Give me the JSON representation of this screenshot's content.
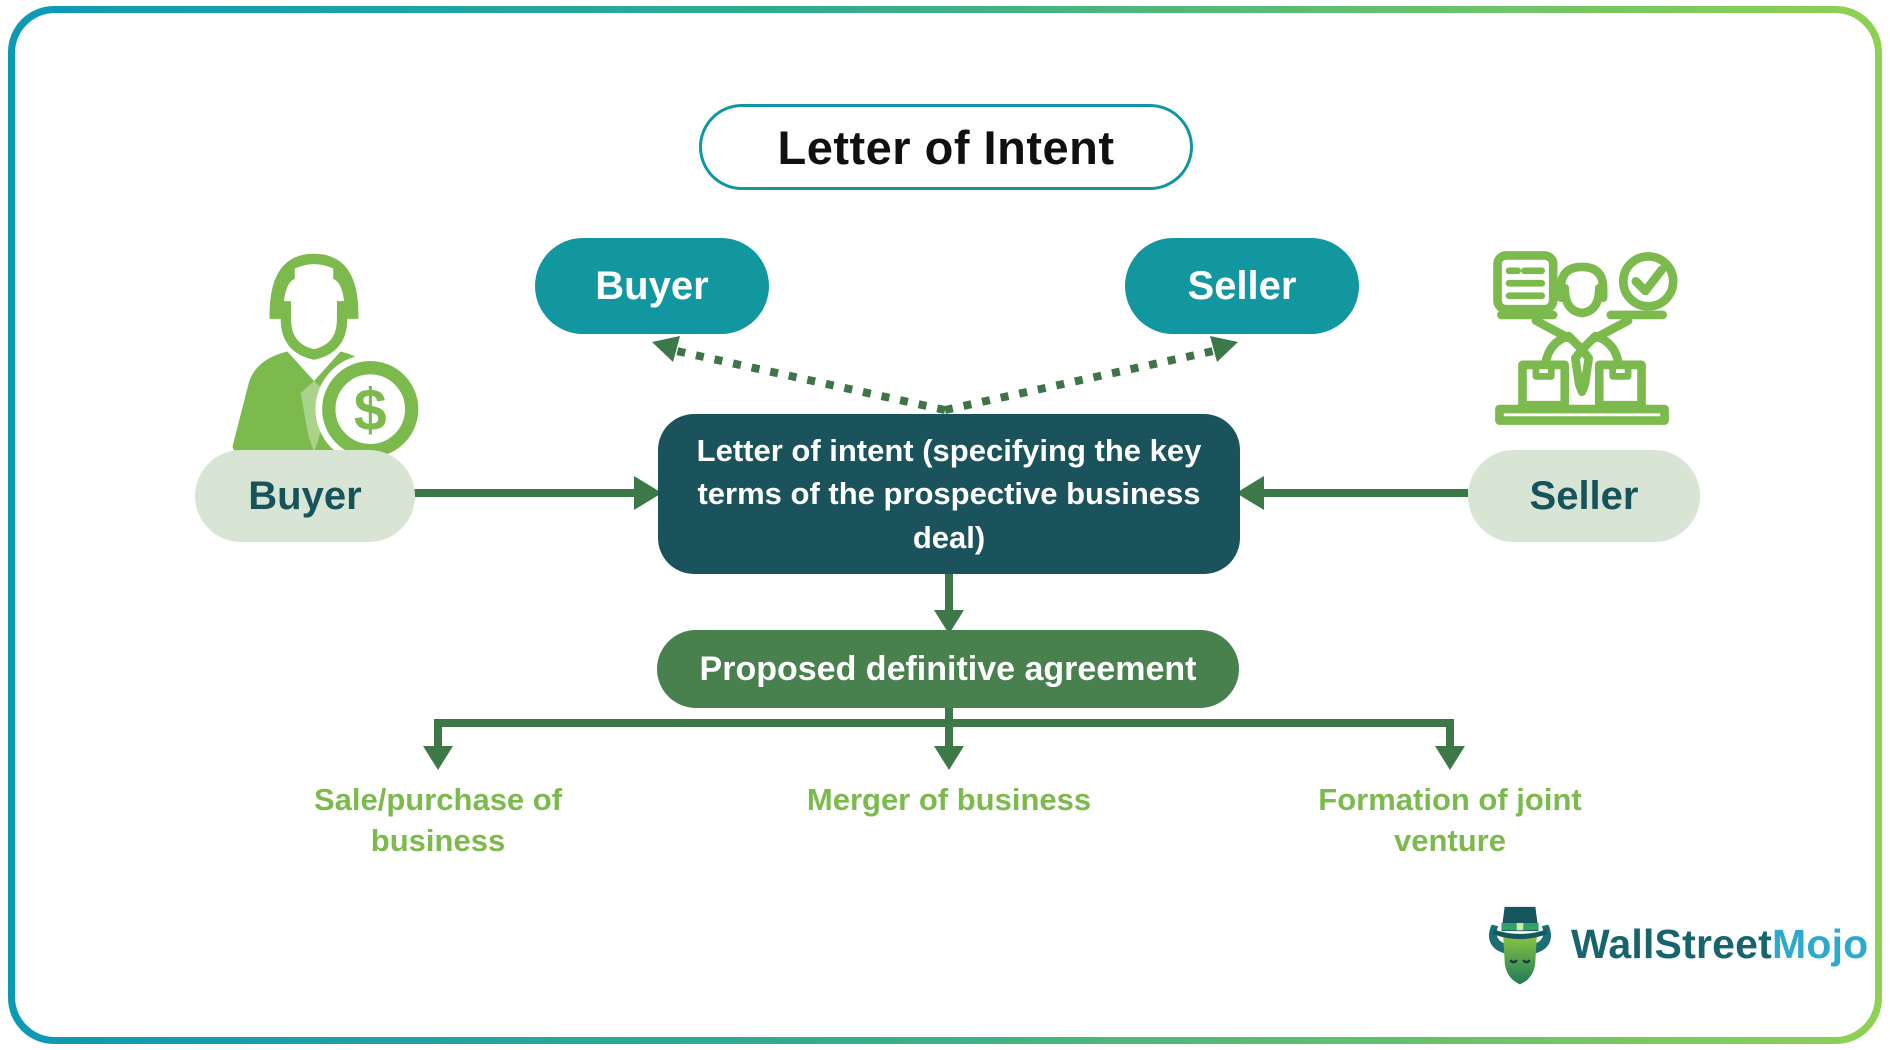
{
  "title": "Letter of Intent",
  "pills": {
    "buyer_top": "Buyer",
    "seller_top": "Seller",
    "buyer_side": "Buyer",
    "seller_side": "Seller"
  },
  "center_box": {
    "text": "Letter of intent (specifying the key terms of the prospective business deal)"
  },
  "agreement": {
    "text": "Proposed definitive agreement"
  },
  "outcomes": [
    {
      "label": "Sale/purchase of business"
    },
    {
      "label": "Merger of business"
    },
    {
      "label": "Formation of joint venture"
    }
  ],
  "logo": {
    "wallstreet": "WallStreet",
    "mojo": "Mojo"
  },
  "icons": {
    "buyer": "businessman-with-dollar-coin-icon",
    "seller": "merchant-with-goods-icon",
    "logo": "bull-with-tophat-icon"
  },
  "colors": {
    "frame_gradient_start": "#0C99B6",
    "frame_gradient_end": "#8FD152",
    "teal_pill": "#12969F",
    "title_border": "#0F97A1",
    "dark_box": "#1A535B",
    "light_pill_bg": "#D8E5D4",
    "dark_teal_text": "#17535A",
    "agreement_green": "#48804E",
    "connector_green": "#3C7848",
    "light_green": "#7CBA4E",
    "logo_dark": "#17646C",
    "logo_accent": "#2EA9CE"
  }
}
